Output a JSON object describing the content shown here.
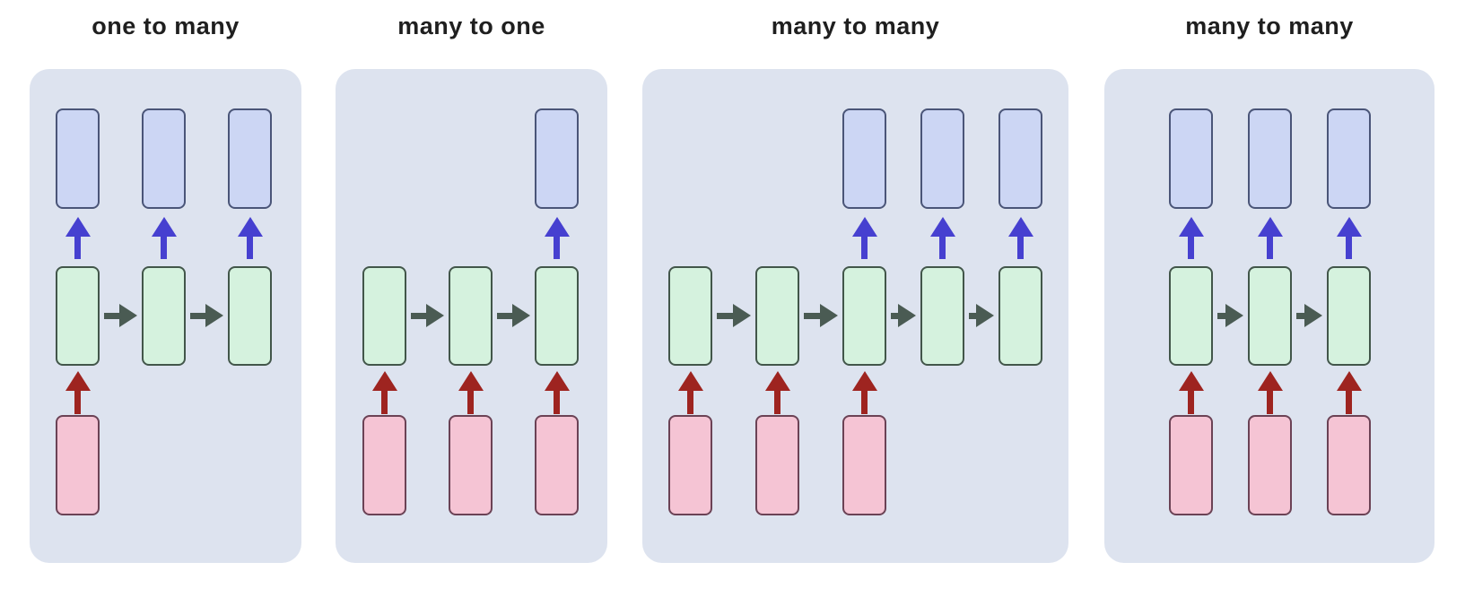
{
  "diagram": {
    "kind": "rnn-sequence-architectures",
    "panels": [
      {
        "title": "one to many",
        "steps": 3,
        "hidden_steps": [
          1,
          2,
          3
        ],
        "input_steps": [
          1
        ],
        "output_steps": [
          1,
          2,
          3
        ],
        "recurrent_chain": true
      },
      {
        "title": "many to one",
        "steps": 3,
        "hidden_steps": [
          1,
          2,
          3
        ],
        "input_steps": [
          1,
          2,
          3
        ],
        "output_steps": [
          3
        ],
        "recurrent_chain": true
      },
      {
        "title": "many to many",
        "steps": 5,
        "hidden_steps": [
          1,
          2,
          3,
          4,
          5
        ],
        "input_steps": [
          1,
          2,
          3
        ],
        "output_steps": [
          3,
          4,
          5
        ],
        "recurrent_chain": true
      },
      {
        "title": "many to many",
        "steps": 3,
        "hidden_steps": [
          1,
          2,
          3
        ],
        "input_steps": [
          1,
          2,
          3
        ],
        "output_steps": [
          1,
          2,
          3
        ],
        "recurrent_chain": true
      }
    ],
    "colors": {
      "page_bg": "#ffffff",
      "panel_bg": "#dde3ef",
      "output_box_fill": "#ccd6f4",
      "output_box_border": "#4a5578",
      "hidden_box_fill": "#d5f2de",
      "hidden_box_border": "#42564a",
      "input_box_fill": "#f5c4d4",
      "input_box_border": "#6b4255",
      "output_arrow": "#4640d0",
      "input_arrow": "#9e2420",
      "chain_arrow": "#4a5b53",
      "title_text": "#1f1f1f"
    }
  }
}
